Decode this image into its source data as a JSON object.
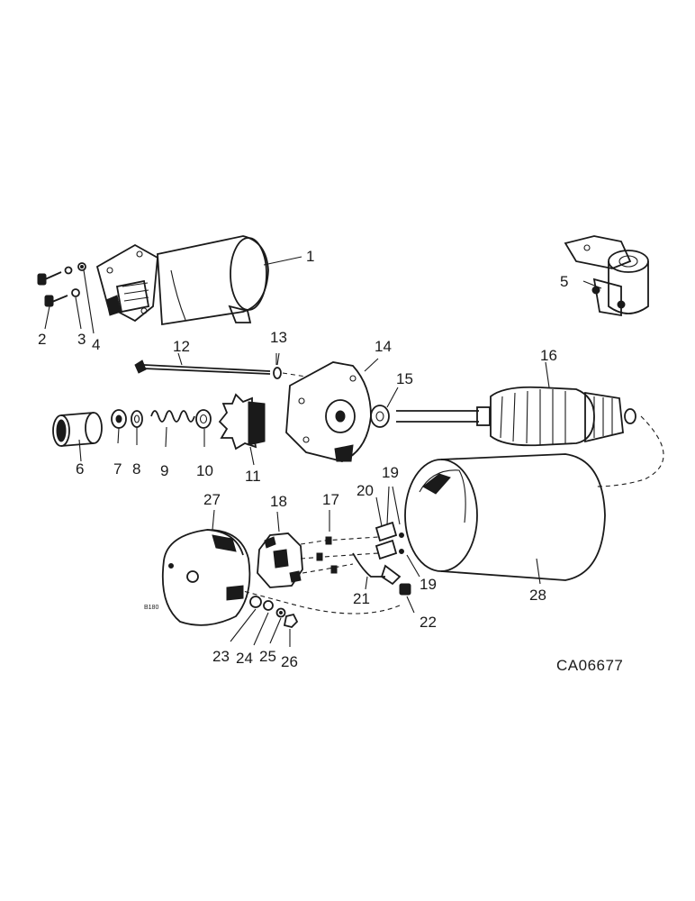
{
  "figure_code": "CA06677",
  "small_mark": "B180",
  "callouts": [
    "1",
    "2",
    "3",
    "4",
    "5",
    "6",
    "7",
    "8",
    "9",
    "10",
    "11",
    "12",
    "13",
    "14",
    "15",
    "16",
    "17",
    "18",
    "19",
    "19",
    "20",
    "21",
    "22",
    "23",
    "24",
    "25",
    "26",
    "27",
    "28"
  ],
  "parts": {
    "starter_assembly": "starter-assembly",
    "solenoid": "solenoid",
    "drive_sleeve": "drive-sleeve",
    "through_bolt": "through-bolt",
    "drive_end_housing": "drive-end-housing",
    "armature": "armature",
    "field_frame": "field-frame",
    "commutator_end_cap": "commutator-end-cap",
    "brush_holder_plate": "brush-holder-plate"
  }
}
